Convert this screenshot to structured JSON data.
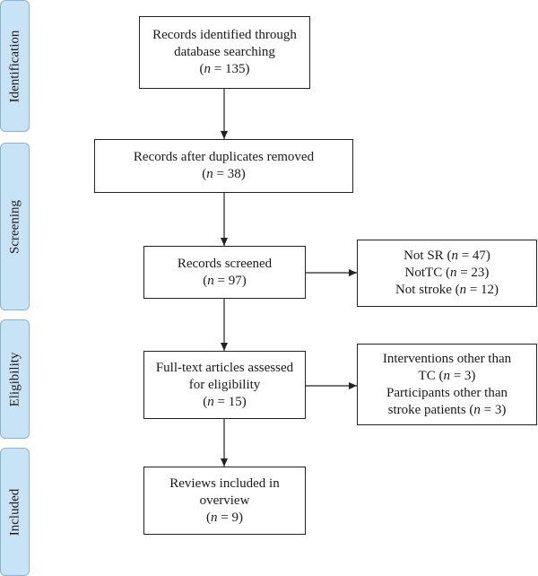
{
  "phases": {
    "identification": "Identification",
    "screening": "Screening",
    "eligibility": "Eligibility",
    "included": "Included"
  },
  "boxes": {
    "identified": {
      "lines": [
        "Records identified through",
        "database searching"
      ],
      "n_label": "n",
      "n_value": " = 135)"
    },
    "duplicates_removed": {
      "lines": [
        "Records after duplicates removed"
      ],
      "n_label": "n",
      "n_value": " = 38)"
    },
    "screened": {
      "lines": [
        "Records screened"
      ],
      "n_label": "n",
      "n_value": " = 97)"
    },
    "excluded_screening": {
      "items": [
        {
          "text": "Not SR (",
          "n_label": "n",
          "n_value": " = 47)"
        },
        {
          "text": "NotTC (",
          "n_label": "n",
          "n_value": " = 23)"
        },
        {
          "text": "Not stroke (",
          "n_label": "n",
          "n_value": " = 12)"
        }
      ]
    },
    "fulltext": {
      "lines": [
        "Full-text articles assessed",
        "for eligibility"
      ],
      "n_label": "n",
      "n_value": " = 15)"
    },
    "excluded_fulltext": {
      "line1": "Interventions other than",
      "line2_pre": "TC (",
      "line2_n": "n",
      "line2_post": " = 3)",
      "line3": "Participants other than",
      "line4_pre": "stroke patients (",
      "line4_n": "n",
      "line4_post": " = 3)"
    },
    "included": {
      "lines": [
        "Reviews included in",
        "overview"
      ],
      "n_label": "n",
      "n_value": " = 9)"
    }
  }
}
